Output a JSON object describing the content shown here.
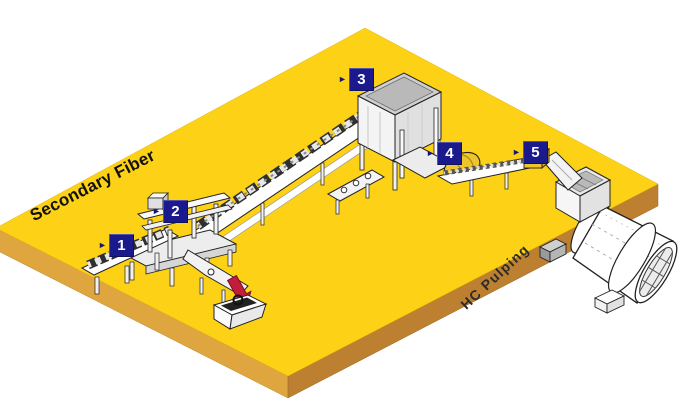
{
  "diagram": {
    "area_label": "Secondary Fiber",
    "process_label": "HC Pulping",
    "markers": [
      {
        "number": "1"
      },
      {
        "number": "2"
      },
      {
        "number": "3"
      },
      {
        "number": "4"
      },
      {
        "number": "5"
      }
    ],
    "colors": {
      "platform_top": "#FCD116",
      "platform_side_left": "#DFA63F",
      "platform_side_right": "#BD8030",
      "marker_background": "#1A1A8C",
      "marker_text": "#FFFFFF",
      "marker_arrow": "#15157E",
      "discharge_arrow": "#C21E3C",
      "machine_accent_yellow": "#EFC52C"
    }
  }
}
